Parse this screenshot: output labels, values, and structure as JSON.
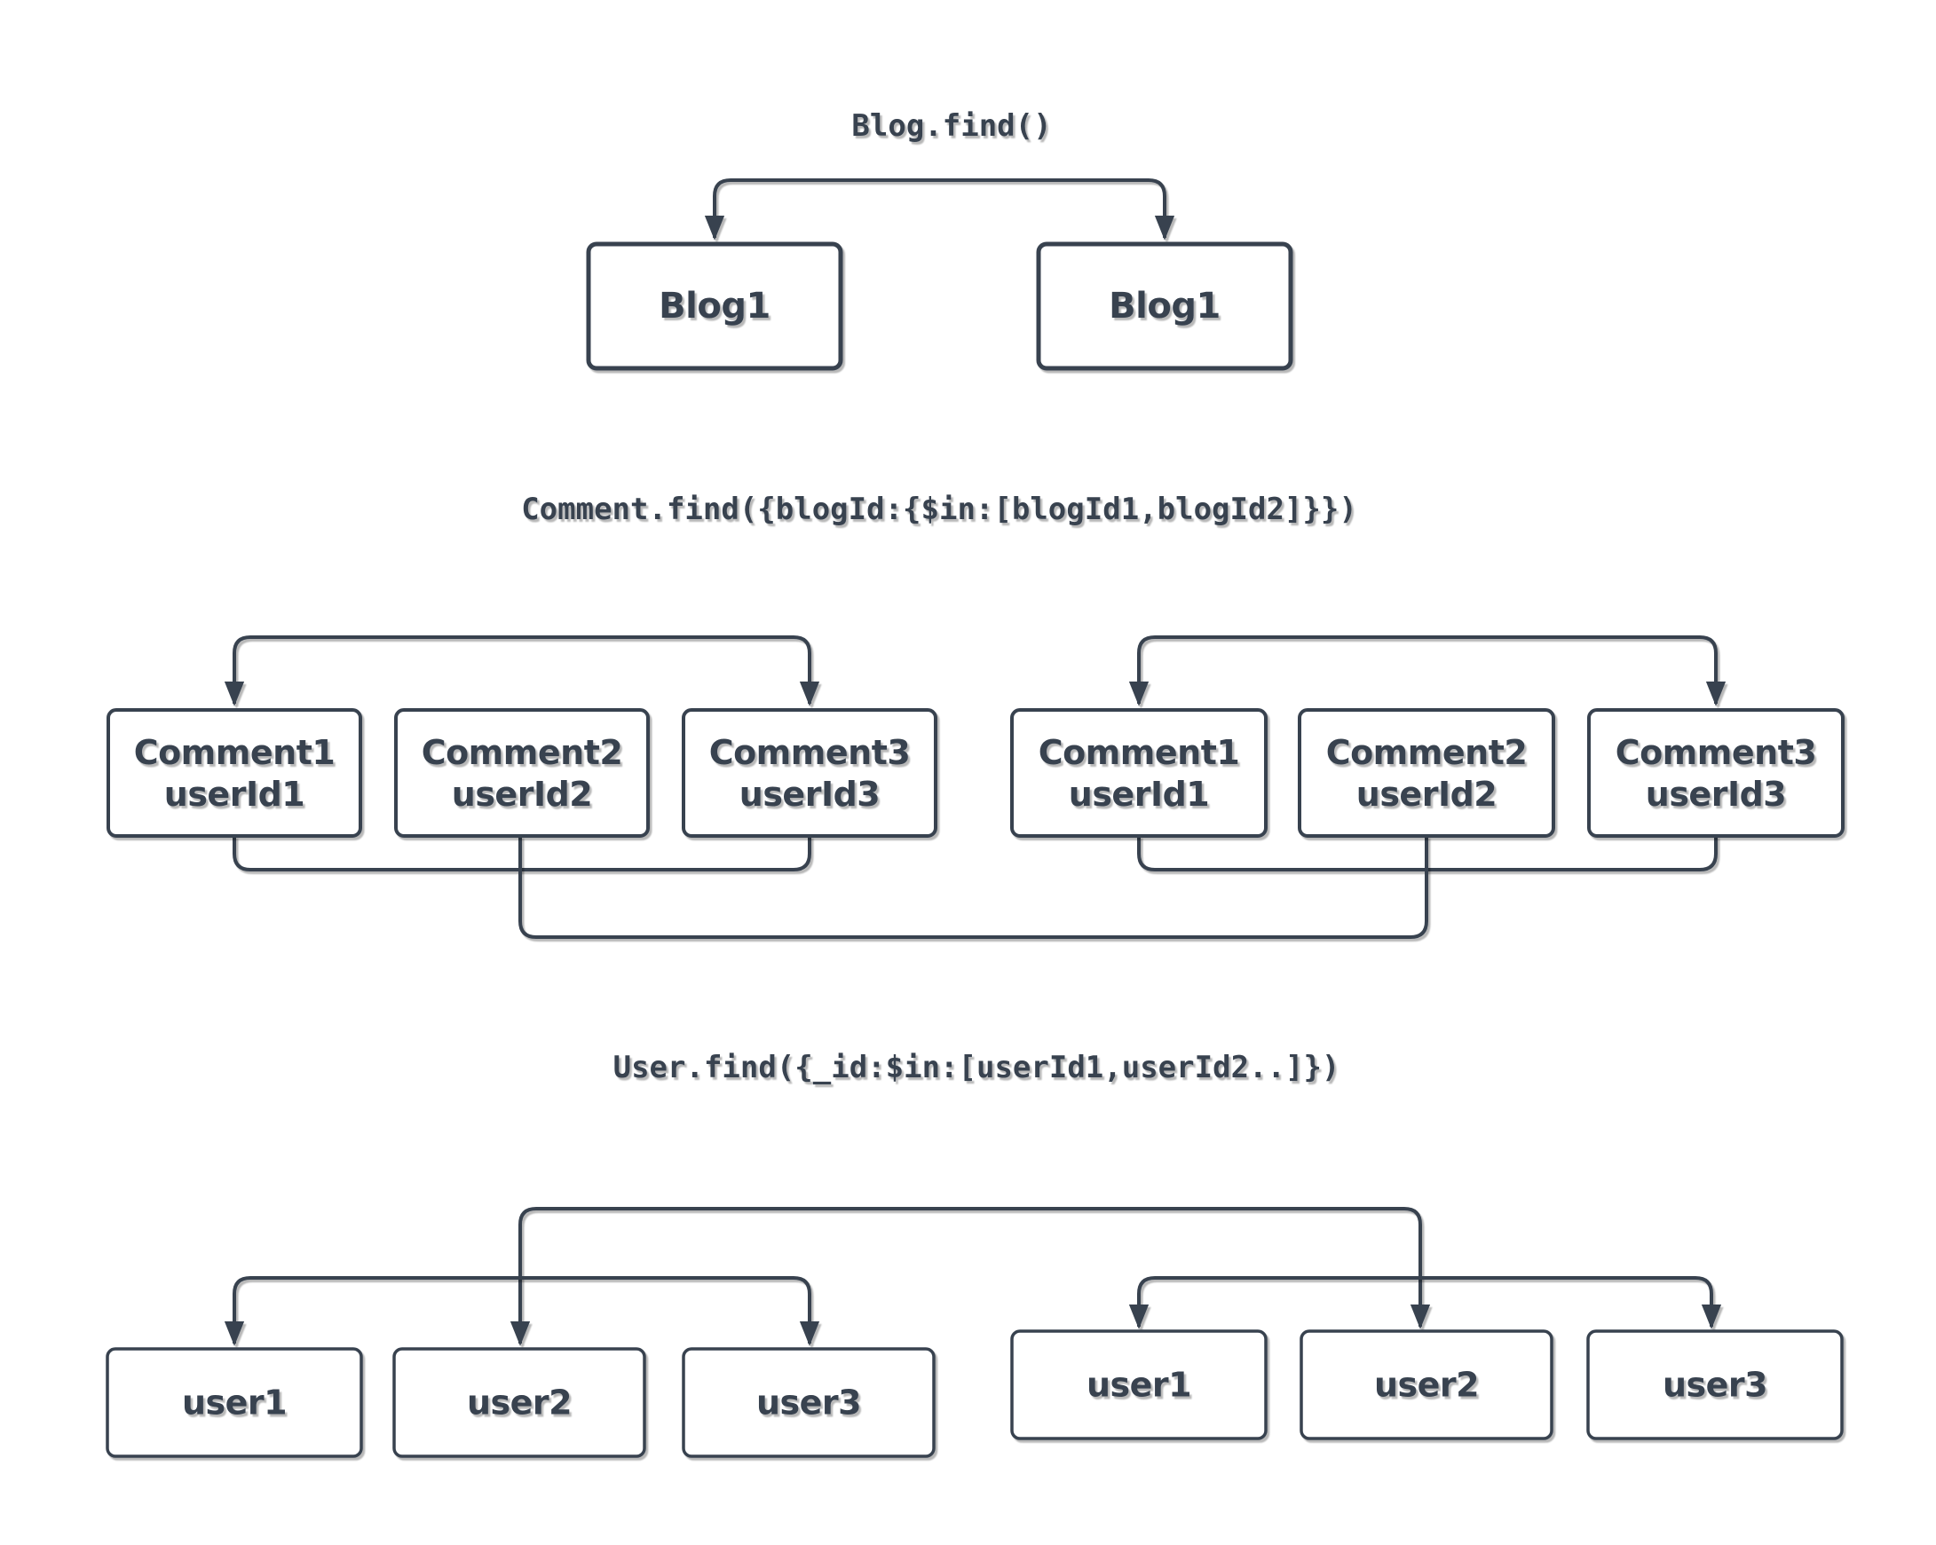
{
  "diagram": {
    "queries": {
      "blog_find": "Blog.find()",
      "comment_find": "Comment.find({blogId:{$in:[blogId1,blogId2]}})",
      "user_find": "User.find({_id:$in:[userId1,userId2..]})"
    },
    "blog_nodes": [
      {
        "label": "Blog1"
      },
      {
        "label": "Blog1"
      }
    ],
    "comment_groups": [
      {
        "side": "left",
        "nodes": [
          {
            "label": "Comment1",
            "sublabel": "userId1"
          },
          {
            "label": "Comment2",
            "sublabel": "userId2"
          },
          {
            "label": "Comment3",
            "sublabel": "userId3"
          }
        ]
      },
      {
        "side": "right",
        "nodes": [
          {
            "label": "Comment1",
            "sublabel": "userId1"
          },
          {
            "label": "Comment2",
            "sublabel": "userId2"
          },
          {
            "label": "Comment3",
            "sublabel": "userId3"
          }
        ]
      }
    ],
    "user_groups": [
      {
        "side": "left",
        "nodes": [
          {
            "label": "user1"
          },
          {
            "label": "user2"
          },
          {
            "label": "user3"
          }
        ]
      },
      {
        "side": "right",
        "nodes": [
          {
            "label": "user1"
          },
          {
            "label": "user2"
          },
          {
            "label": "user3"
          }
        ]
      }
    ],
    "colors": {
      "stroke": "#394350",
      "text": "#394350",
      "background": "#ffffff"
    }
  }
}
